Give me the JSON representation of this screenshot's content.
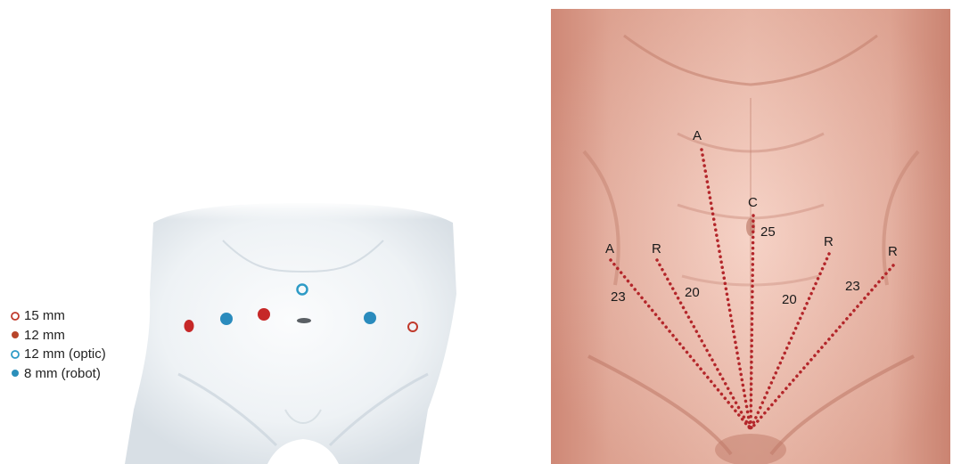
{
  "legend": [
    {
      "label": "15 mm",
      "icon": "open-red-circle-icon",
      "color": "#c0392b",
      "filled": false
    },
    {
      "label": "12 mm",
      "icon": "filled-red-dot-icon",
      "color": "#b8452a",
      "filled": true
    },
    {
      "label": "12 mm (optic)",
      "icon": "open-blue-circle-icon",
      "color": "#2e9bc6",
      "filled": false
    },
    {
      "label": "8 mm (robot)",
      "icon": "filled-blue-dot-icon",
      "color": "#2b8fba",
      "filled": true
    }
  ],
  "abdomen_labels": {
    "a_left": "A",
    "r_left": "R",
    "a_top": "A",
    "c_center": "C",
    "r_mid_right": "R",
    "r_right": "R"
  },
  "distances": {
    "d23_left": "23",
    "d20_left": "20",
    "d25_center": "25",
    "d20_right": "20",
    "d23_right": "23"
  },
  "colors": {
    "red_port": "#c62828",
    "blue_port": "#2a8bbd",
    "open_red": "#c0392b",
    "open_blue": "#2e9bc6",
    "dotted_line": "#b3262a",
    "skin": "#e8a998",
    "pale_body": "#eef2f5"
  }
}
